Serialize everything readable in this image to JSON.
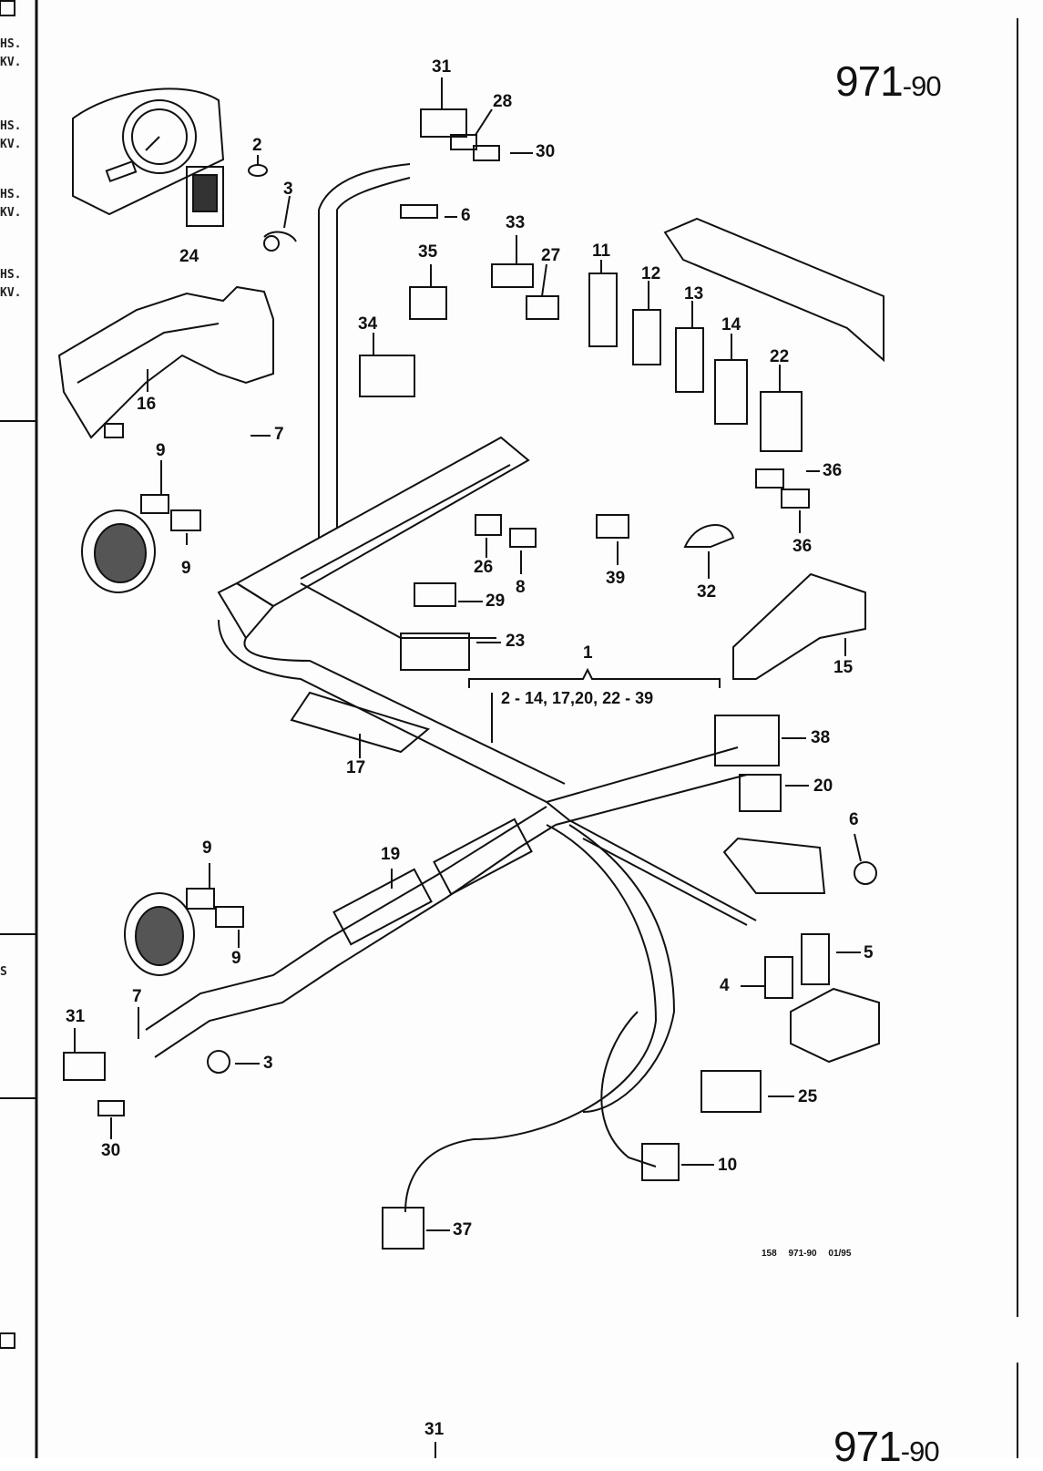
{
  "sheet": {
    "title_main": "971",
    "title_suffix": "-90",
    "footer_code": "158 971-90 01/95"
  },
  "margin_fragments": [
    "HS.",
    "KV.",
    "HS.",
    "KV.",
    "HS.",
    "KV.",
    "HS.",
    "KV.",
    "S"
  ],
  "group": {
    "number": "1",
    "range_label": "2 - 14, 17,20, 22 - 39"
  },
  "callouts": {
    "c31_top": "31",
    "c28": "28",
    "c30_top": "30",
    "c6_top": "6",
    "c2": "2",
    "c3_top": "3",
    "c24": "24",
    "c33": "33",
    "c35": "35",
    "c27": "27",
    "c11": "11",
    "c12": "12",
    "c13": "13",
    "c14": "14",
    "c22": "22",
    "c34": "34",
    "c16": "16",
    "c7_top": "7",
    "c9_a": "9",
    "c9_b": "9",
    "c36_a": "36",
    "c36_b": "36",
    "c26": "26",
    "c8": "8",
    "c39": "39",
    "c32": "32",
    "c29": "29",
    "c23": "23",
    "c15": "15",
    "c17": "17",
    "c38": "38",
    "c20": "20",
    "c6_bottom": "6",
    "c19": "19",
    "c9_c": "9",
    "c9_d": "9",
    "c5": "5",
    "c4": "4",
    "c7_bottom": "7",
    "c31_bottom": "31",
    "c3_bottom": "3",
    "c30_bottom": "30",
    "c25": "25",
    "c10": "10",
    "c37": "37",
    "c31_next": "31"
  }
}
